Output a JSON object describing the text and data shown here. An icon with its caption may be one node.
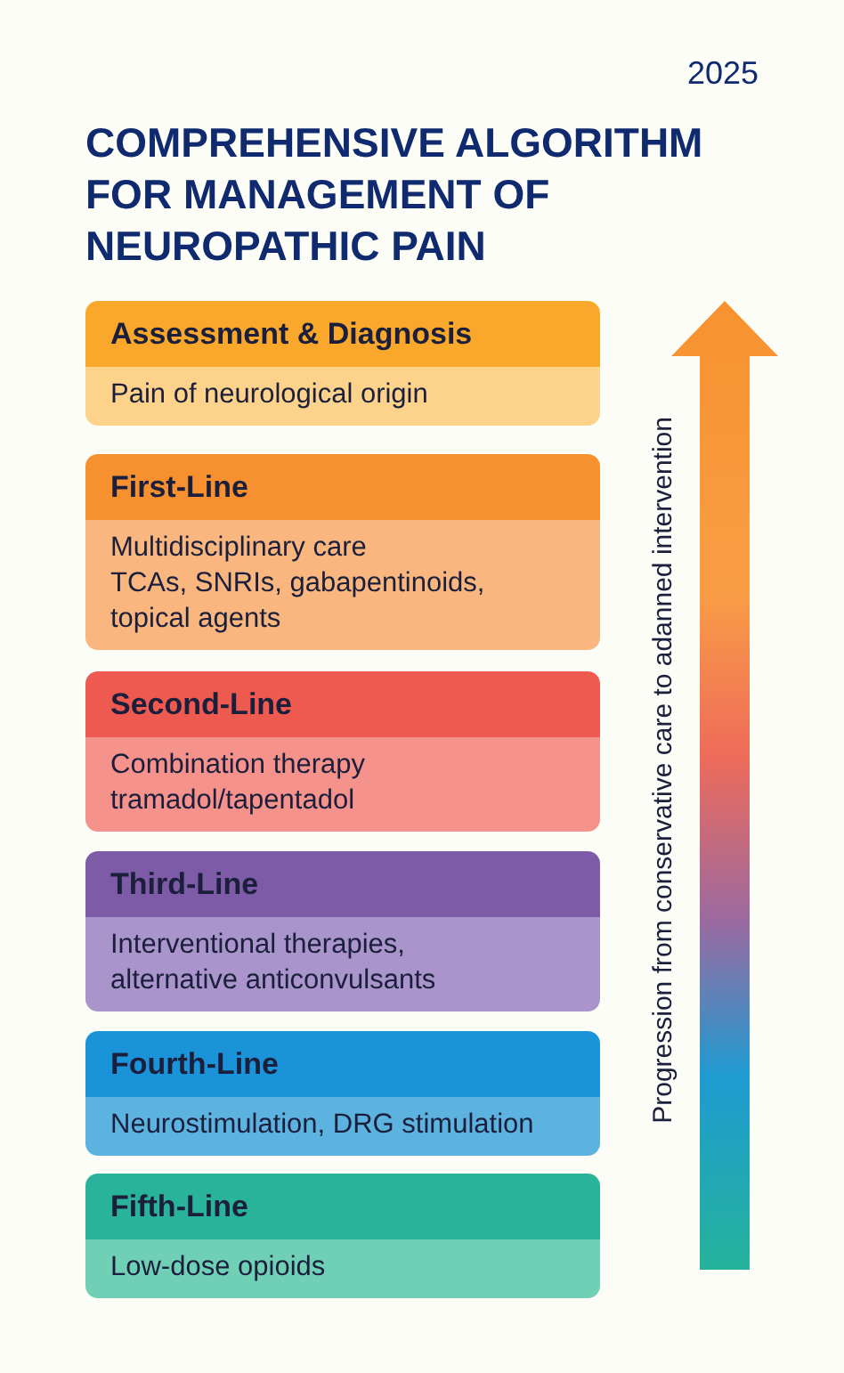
{
  "diagram": {
    "title": "COMPREHENSIVE ALGORITHM FOR MANAGEMENT OF NEUROPATHIC PAIN",
    "nodes": [
      {
        "text": [
          "Assessment & Diagnosis",
          "Pain of neurological origin"
        ]
      },
      {
        "text": [
          "First-Line",
          "Multidisciplinary care",
          "TCAs, SNRIs, gabapentinoids, topical agents"
        ]
      },
      {
        "text": [
          "Second-Line",
          "Combination therapy",
          "tramadol/tapentadol"
        ]
      },
      {
        "text": [
          "Third-Line",
          "Interventional therapies, alternative anticonvulsants"
        ]
      },
      {
        "text": [
          "Fourth-Line",
          "Neurostimulation, DRG stimulation"
        ]
      },
      {
        "text": [
          "Fifth-Line",
          "Low-dose opioids"
        ]
      }
    ],
    "labels": [
      "2025",
      "Progression from conservative care to adanned intervention"
    ]
  }
}
